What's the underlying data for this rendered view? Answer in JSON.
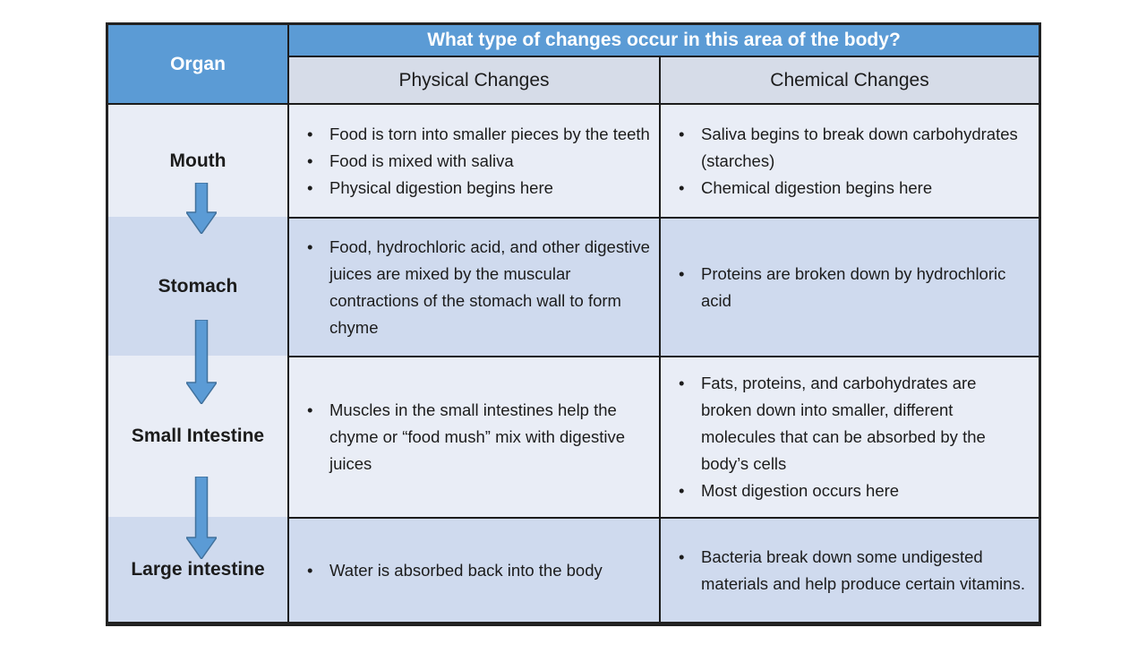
{
  "table": {
    "header": {
      "organ_label": "Organ",
      "question": "What type of changes occur in this area of the body?",
      "physical_label": "Physical Changes",
      "chemical_label": "Chemical Changes"
    },
    "rows": [
      {
        "organ": "Mouth",
        "physical": [
          "Food is torn into smaller pieces by the teeth",
          "Food is mixed with saliva",
          "Physical digestion begins here"
        ],
        "chemical": [
          "Saliva begins to break down carbohydrates (starches)",
          "Chemical digestion begins here"
        ]
      },
      {
        "organ": "Stomach",
        "physical": [
          "Food, hydrochloric acid, and other digestive juices are mixed by the muscular contractions of the stomach wall to form chyme"
        ],
        "chemical": [
          "Proteins are broken down by hydrochloric acid"
        ]
      },
      {
        "organ": "Small Intestine",
        "physical": [
          "Muscles in the small intestines help the chyme or “food mush” mix with digestive juices"
        ],
        "chemical": [
          "Fats, proteins, and carbohydrates are broken down into smaller, different molecules that can be absorbed by the body’s cells",
          "Most digestion occurs here"
        ]
      },
      {
        "organ": "Large intestine",
        "physical": [
          "Water is absorbed back into the body"
        ],
        "chemical": [
          "Bacteria break down some undigested materials and help produce certain vitamins."
        ]
      }
    ],
    "colors": {
      "header_blue": "#5B9BD5",
      "subheader_bg": "#D6DCE8",
      "row_light": "#E9EDF6",
      "row_dark": "#CFDAEE",
      "arrow_fill": "#5B9BD5",
      "arrow_stroke": "#41719C"
    },
    "arrow_icon": "down-arrow"
  }
}
